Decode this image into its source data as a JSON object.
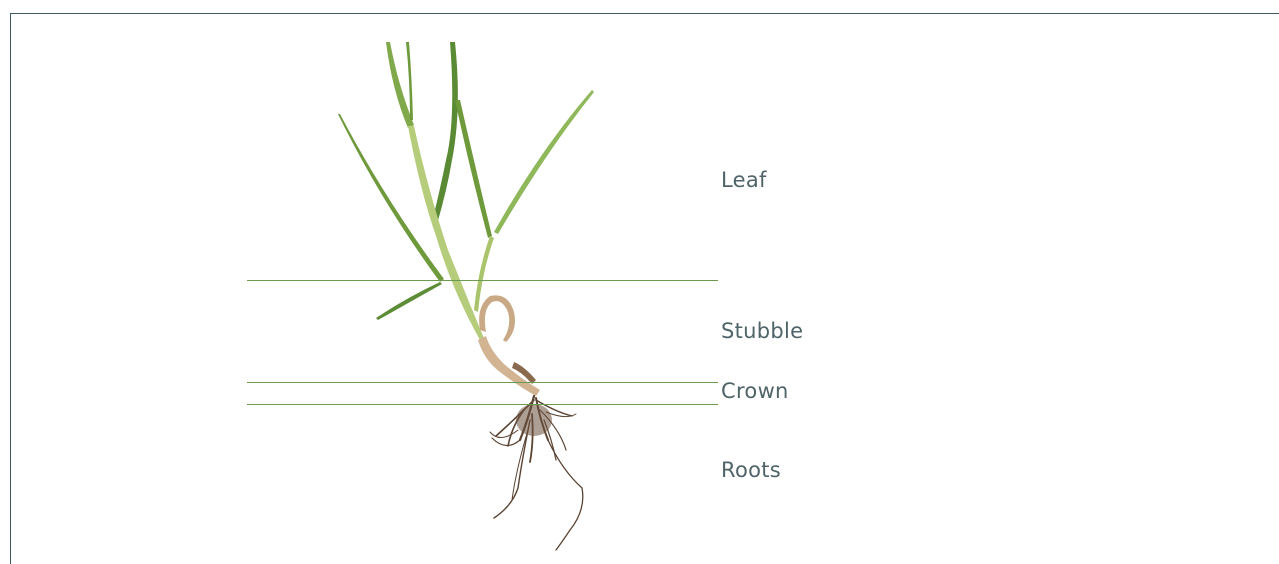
{
  "diagram": {
    "zones": [
      {
        "id": "leaf",
        "label": "Leaf"
      },
      {
        "id": "stubble",
        "label": "Stubble"
      },
      {
        "id": "crown",
        "label": "Crown"
      },
      {
        "id": "roots",
        "label": "Roots"
      }
    ]
  },
  "colors": {
    "frame": "#3d5a5c",
    "divider_line": "#6d9a4e",
    "label_text": "#4f6468",
    "leaf_green": "#6f9a3c",
    "stem_green": "#a9c46a",
    "dry_sheath": "#c9a985",
    "root_brown": "#5a4433"
  }
}
